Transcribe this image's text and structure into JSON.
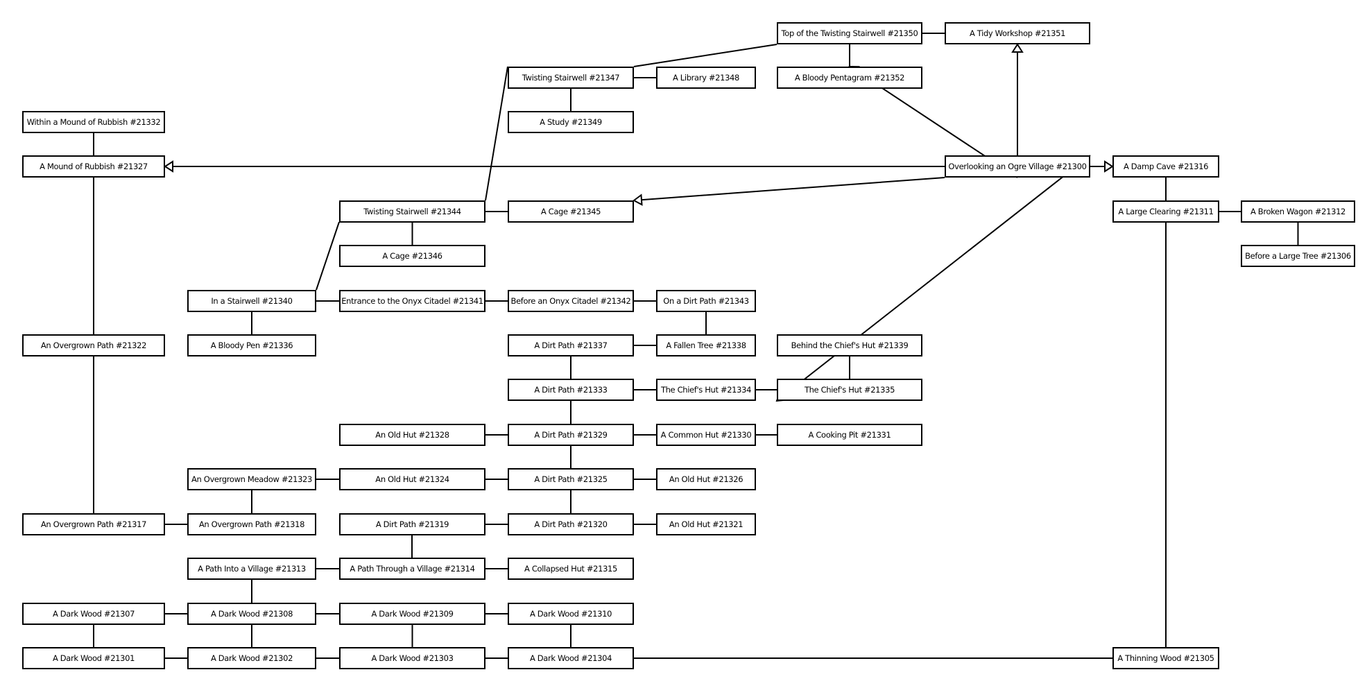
{
  "title": "Area map",
  "colors": {
    "stroke": "#000000",
    "background": "#ffffff",
    "text": "#000000"
  },
  "rooms": [
    {
      "id": "21350",
      "label": "Top of the Twisting Stairwell #21350",
      "col": 5,
      "row": 0
    },
    {
      "id": "21351",
      "label": "A Tidy Workshop #21351",
      "col": 6,
      "row": 0
    },
    {
      "id": "21347",
      "label": "Twisting Stairwell #21347",
      "col": 2,
      "row": 1
    },
    {
      "id": "21348",
      "label": "A Library #21348",
      "col": 3,
      "row": 1
    },
    {
      "id": "21352",
      "label": "A Bloody Pentagram #21352",
      "col": 5,
      "row": 1
    },
    {
      "id": "21332",
      "label": "Within a Mound of Rubbish #21332",
      "col": 0,
      "row": 2
    },
    {
      "id": "21349",
      "label": "A Study #21349",
      "col": 2,
      "row": 2
    },
    {
      "id": "21327",
      "label": "A Mound of Rubbish #21327",
      "col": 0,
      "row": 3
    },
    {
      "id": "21300",
      "label": "Overlooking an Ogre Village #21300",
      "col": 6,
      "row": 3
    },
    {
      "id": "21316",
      "label": "A Damp Cave #21316",
      "col": 7,
      "row": 3
    },
    {
      "id": "21344",
      "label": "Twisting Stairwell #21344",
      "col": 1,
      "row": 4
    },
    {
      "id": "21345",
      "label": "A Cage #21345",
      "col": 2,
      "row": 4
    },
    {
      "id": "21311",
      "label": "A Large Clearing #21311",
      "col": 7,
      "row": 4
    },
    {
      "id": "21312",
      "label": "A Broken Wagon #21312",
      "col": 8,
      "row": 4
    },
    {
      "id": "21346",
      "label": "A Cage #21346",
      "col": 1,
      "row": 5
    },
    {
      "id": "21306",
      "label": "Before a Large Tree #21306",
      "col": 8,
      "row": 5
    },
    {
      "id": "21340",
      "label": "In a Stairwell #21340",
      "col": 0.5,
      "row": 6
    },
    {
      "id": "21341",
      "label": "Entrance to the Onyx Citadel #21341",
      "col": 1,
      "row": 6
    },
    {
      "id": "21342",
      "label": "Before an Onyx Citadel #21342",
      "col": 2,
      "row": 6
    },
    {
      "id": "21343",
      "label": "On a Dirt Path #21343",
      "col": 3,
      "row": 6
    },
    {
      "id": "21322",
      "label": "An Overgrown Path #21322",
      "col": 0,
      "row": 7
    },
    {
      "id": "21336",
      "label": "A Bloody Pen #21336",
      "col": 0.5,
      "row": 7
    },
    {
      "id": "21337",
      "label": "A Dirt Path #21337",
      "col": 2,
      "row": 7
    },
    {
      "id": "21338",
      "label": "A Fallen Tree #21338",
      "col": 3,
      "row": 7
    },
    {
      "id": "21339",
      "label": "Behind the Chief's Hut #21339",
      "col": 4,
      "row": 7
    },
    {
      "id": "21333",
      "label": "A Dirt Path #21333",
      "col": 2,
      "row": 8
    },
    {
      "id": "21334",
      "label": "The Chief's Hut #21334",
      "col": 3,
      "row": 8
    },
    {
      "id": "21335",
      "label": "The Chief's Hut #21335",
      "col": 4,
      "row": 8
    },
    {
      "id": "21328",
      "label": "An Old Hut #21328",
      "col": 1,
      "row": 9
    },
    {
      "id": "21329",
      "label": "A Dirt Path #21329",
      "col": 2,
      "row": 9
    },
    {
      "id": "21330",
      "label": "A Common Hut #21330",
      "col": 3,
      "row": 9
    },
    {
      "id": "21331",
      "label": "A Cooking Pit #21331",
      "col": 4,
      "row": 9
    },
    {
      "id": "21323",
      "label": "An Overgrown Meadow #21323",
      "col": 0.5,
      "row": 10
    },
    {
      "id": "21324",
      "label": "An Old Hut #21324",
      "col": 1,
      "row": 10
    },
    {
      "id": "21325",
      "label": "A Dirt Path #21325",
      "col": 2,
      "row": 10
    },
    {
      "id": "21326",
      "label": "An Old Hut #21326",
      "col": 3,
      "row": 10
    },
    {
      "id": "21317",
      "label": "An Overgrown Path #21317",
      "col": 0,
      "row": 11
    },
    {
      "id": "21318",
      "label": "An Overgrown Path #21318",
      "col": 0.5,
      "row": 11
    },
    {
      "id": "21319",
      "label": "A Dirt Path #21319",
      "col": 1,
      "row": 11
    },
    {
      "id": "21320",
      "label": "A Dirt Path #21320",
      "col": 2,
      "row": 11
    },
    {
      "id": "21321",
      "label": "An Old Hut #21321",
      "col": 3,
      "row": 11
    },
    {
      "id": "21313",
      "label": "A Path Into a Village #21313",
      "col": 0.5,
      "row": 12
    },
    {
      "id": "21314",
      "label": "A Path Through a Village #21314",
      "col": 1,
      "row": 12
    },
    {
      "id": "21315",
      "label": "A Collapsed Hut #21315",
      "col": 2,
      "row": 12
    },
    {
      "id": "21307",
      "label": "A Dark Wood #21307",
      "col": 0,
      "row": 13
    },
    {
      "id": "21308",
      "label": "A Dark Wood #21308",
      "col": 0.5,
      "row": 13
    },
    {
      "id": "21309",
      "label": "A Dark Wood #21309",
      "col": 1,
      "row": 13
    },
    {
      "id": "21310",
      "label": "A Dark Wood #21310",
      "col": 2,
      "row": 13
    },
    {
      "id": "21301",
      "label": "A Dark Wood #21301",
      "col": 0,
      "row": 14
    },
    {
      "id": "21302",
      "label": "A Dark Wood #21302",
      "col": 0.5,
      "row": 14
    },
    {
      "id": "21303",
      "label": "A Dark Wood #21303",
      "col": 1,
      "row": 14
    },
    {
      "id": "21304",
      "label": "A Dark Wood #21304",
      "col": 2,
      "row": 14
    },
    {
      "id": "21305",
      "label": "A Thinning Wood #21305",
      "col": 7,
      "row": 14
    }
  ],
  "edges": [
    {
      "from": "21350",
      "to": "21351",
      "type": "line"
    },
    {
      "from": "21350",
      "to": "21352",
      "type": "line"
    },
    {
      "from": "21347",
      "to": "21350",
      "type": "line"
    },
    {
      "from": "21347",
      "to": "21348",
      "type": "line"
    },
    {
      "from": "21347",
      "to": "21349",
      "type": "line"
    },
    {
      "from": "21347",
      "to": "21344",
      "type": "line"
    },
    {
      "from": "21332",
      "to": "21327",
      "type": "line"
    },
    {
      "from": "21327",
      "to": "21322",
      "type": "line"
    },
    {
      "from": "21300",
      "to": "21327",
      "type": "arrow"
    },
    {
      "from": "21300",
      "to": "21351",
      "type": "arrow"
    },
    {
      "from": "21300",
      "to": "21352",
      "type": "arrow"
    },
    {
      "from": "21300",
      "to": "21345",
      "type": "arrow"
    },
    {
      "from": "21300",
      "to": "21316",
      "type": "arrow"
    },
    {
      "from": "21300",
      "to": "21335",
      "type": "arrow"
    },
    {
      "from": "21316",
      "to": "21311",
      "type": "line"
    },
    {
      "from": "21311",
      "to": "21312",
      "type": "line"
    },
    {
      "from": "21312",
      "to": "21306",
      "type": "line"
    },
    {
      "from": "21311",
      "to": "21305",
      "type": "line"
    },
    {
      "from": "21344",
      "to": "21345",
      "type": "line"
    },
    {
      "from": "21344",
      "to": "21346",
      "type": "line"
    },
    {
      "from": "21344",
      "to": "21340",
      "type": "line"
    },
    {
      "from": "21340",
      "to": "21341",
      "type": "line"
    },
    {
      "from": "21341",
      "to": "21342",
      "type": "line"
    },
    {
      "from": "21342",
      "to": "21343",
      "type": "line"
    },
    {
      "from": "21340",
      "to": "21336",
      "type": "line"
    },
    {
      "from": "21343",
      "to": "21338",
      "type": "line"
    },
    {
      "from": "21337",
      "to": "21338",
      "type": "line"
    },
    {
      "from": "21337",
      "to": "21333",
      "type": "line"
    },
    {
      "from": "21339",
      "to": "21335",
      "type": "line"
    },
    {
      "from": "21333",
      "to": "21334",
      "type": "line"
    },
    {
      "from": "21334",
      "to": "21335",
      "type": "line"
    },
    {
      "from": "21333",
      "to": "21329",
      "type": "line"
    },
    {
      "from": "21328",
      "to": "21329",
      "type": "line"
    },
    {
      "from": "21329",
      "to": "21330",
      "type": "line"
    },
    {
      "from": "21330",
      "to": "21331",
      "type": "line"
    },
    {
      "from": "21329",
      "to": "21325",
      "type": "line"
    },
    {
      "from": "21322",
      "to": "21317",
      "type": "line"
    },
    {
      "from": "21323",
      "to": "21324",
      "type": "line"
    },
    {
      "from": "21324",
      "to": "21325",
      "type": "line"
    },
    {
      "from": "21325",
      "to": "21326",
      "type": "line"
    },
    {
      "from": "21323",
      "to": "21318",
      "type": "line"
    },
    {
      "from": "21325",
      "to": "21320",
      "type": "line"
    },
    {
      "from": "21317",
      "to": "21318",
      "type": "line"
    },
    {
      "from": "21319",
      "to": "21320",
      "type": "line"
    },
    {
      "from": "21320",
      "to": "21321",
      "type": "line"
    },
    {
      "from": "21319",
      "to": "21314",
      "type": "line"
    },
    {
      "from": "21313",
      "to": "21314",
      "type": "line"
    },
    {
      "from": "21314",
      "to": "21315",
      "type": "line"
    },
    {
      "from": "21313",
      "to": "21308",
      "type": "line"
    },
    {
      "from": "21307",
      "to": "21308",
      "type": "line"
    },
    {
      "from": "21308",
      "to": "21309",
      "type": "line"
    },
    {
      "from": "21309",
      "to": "21310",
      "type": "line"
    },
    {
      "from": "21307",
      "to": "21301",
      "type": "line"
    },
    {
      "from": "21308",
      "to": "21302",
      "type": "line"
    },
    {
      "from": "21309",
      "to": "21303",
      "type": "line"
    },
    {
      "from": "21310",
      "to": "21304",
      "type": "line"
    },
    {
      "from": "21301",
      "to": "21302",
      "type": "line"
    },
    {
      "from": "21302",
      "to": "21303",
      "type": "line"
    },
    {
      "from": "21303",
      "to": "21304",
      "type": "line"
    },
    {
      "from": "21304",
      "to": "21305",
      "type": "line"
    }
  ]
}
